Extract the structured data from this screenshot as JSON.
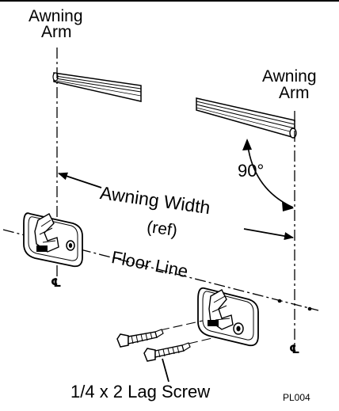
{
  "labels": {
    "arm_left_line1": "Awning",
    "arm_left_line2": "Arm",
    "arm_right_line1": "Awning",
    "arm_right_line2": "Arm",
    "angle": "90°",
    "width": "Awning Width",
    "ref": "(ref)",
    "floor_line": "Floor Line",
    "centerline_left": "℄",
    "centerline_right": "℄",
    "screw": "1/4 x 2 Lag Screw",
    "part_code": "PL004"
  },
  "colors": {
    "ink": "#000000",
    "paper": "#ffffff"
  }
}
